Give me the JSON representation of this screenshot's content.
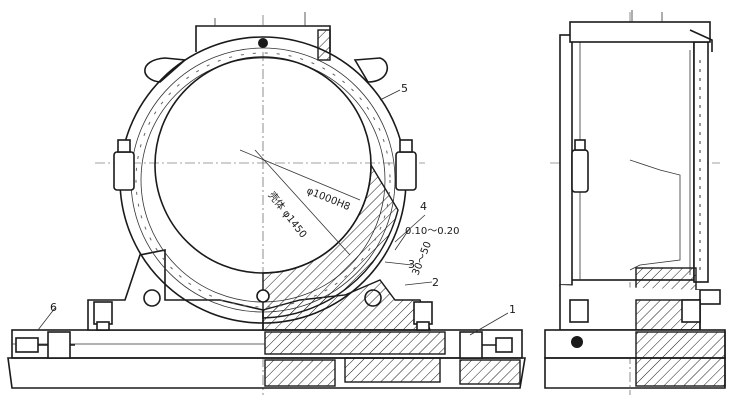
{
  "annotations": {
    "d_bore": "φ1000H8",
    "d_shell": "壳体 φ1450",
    "clearance": "0.10～0.20",
    "angle": "30～50"
  },
  "callouts": [
    "1",
    "2",
    "3",
    "4",
    "5",
    "6"
  ]
}
